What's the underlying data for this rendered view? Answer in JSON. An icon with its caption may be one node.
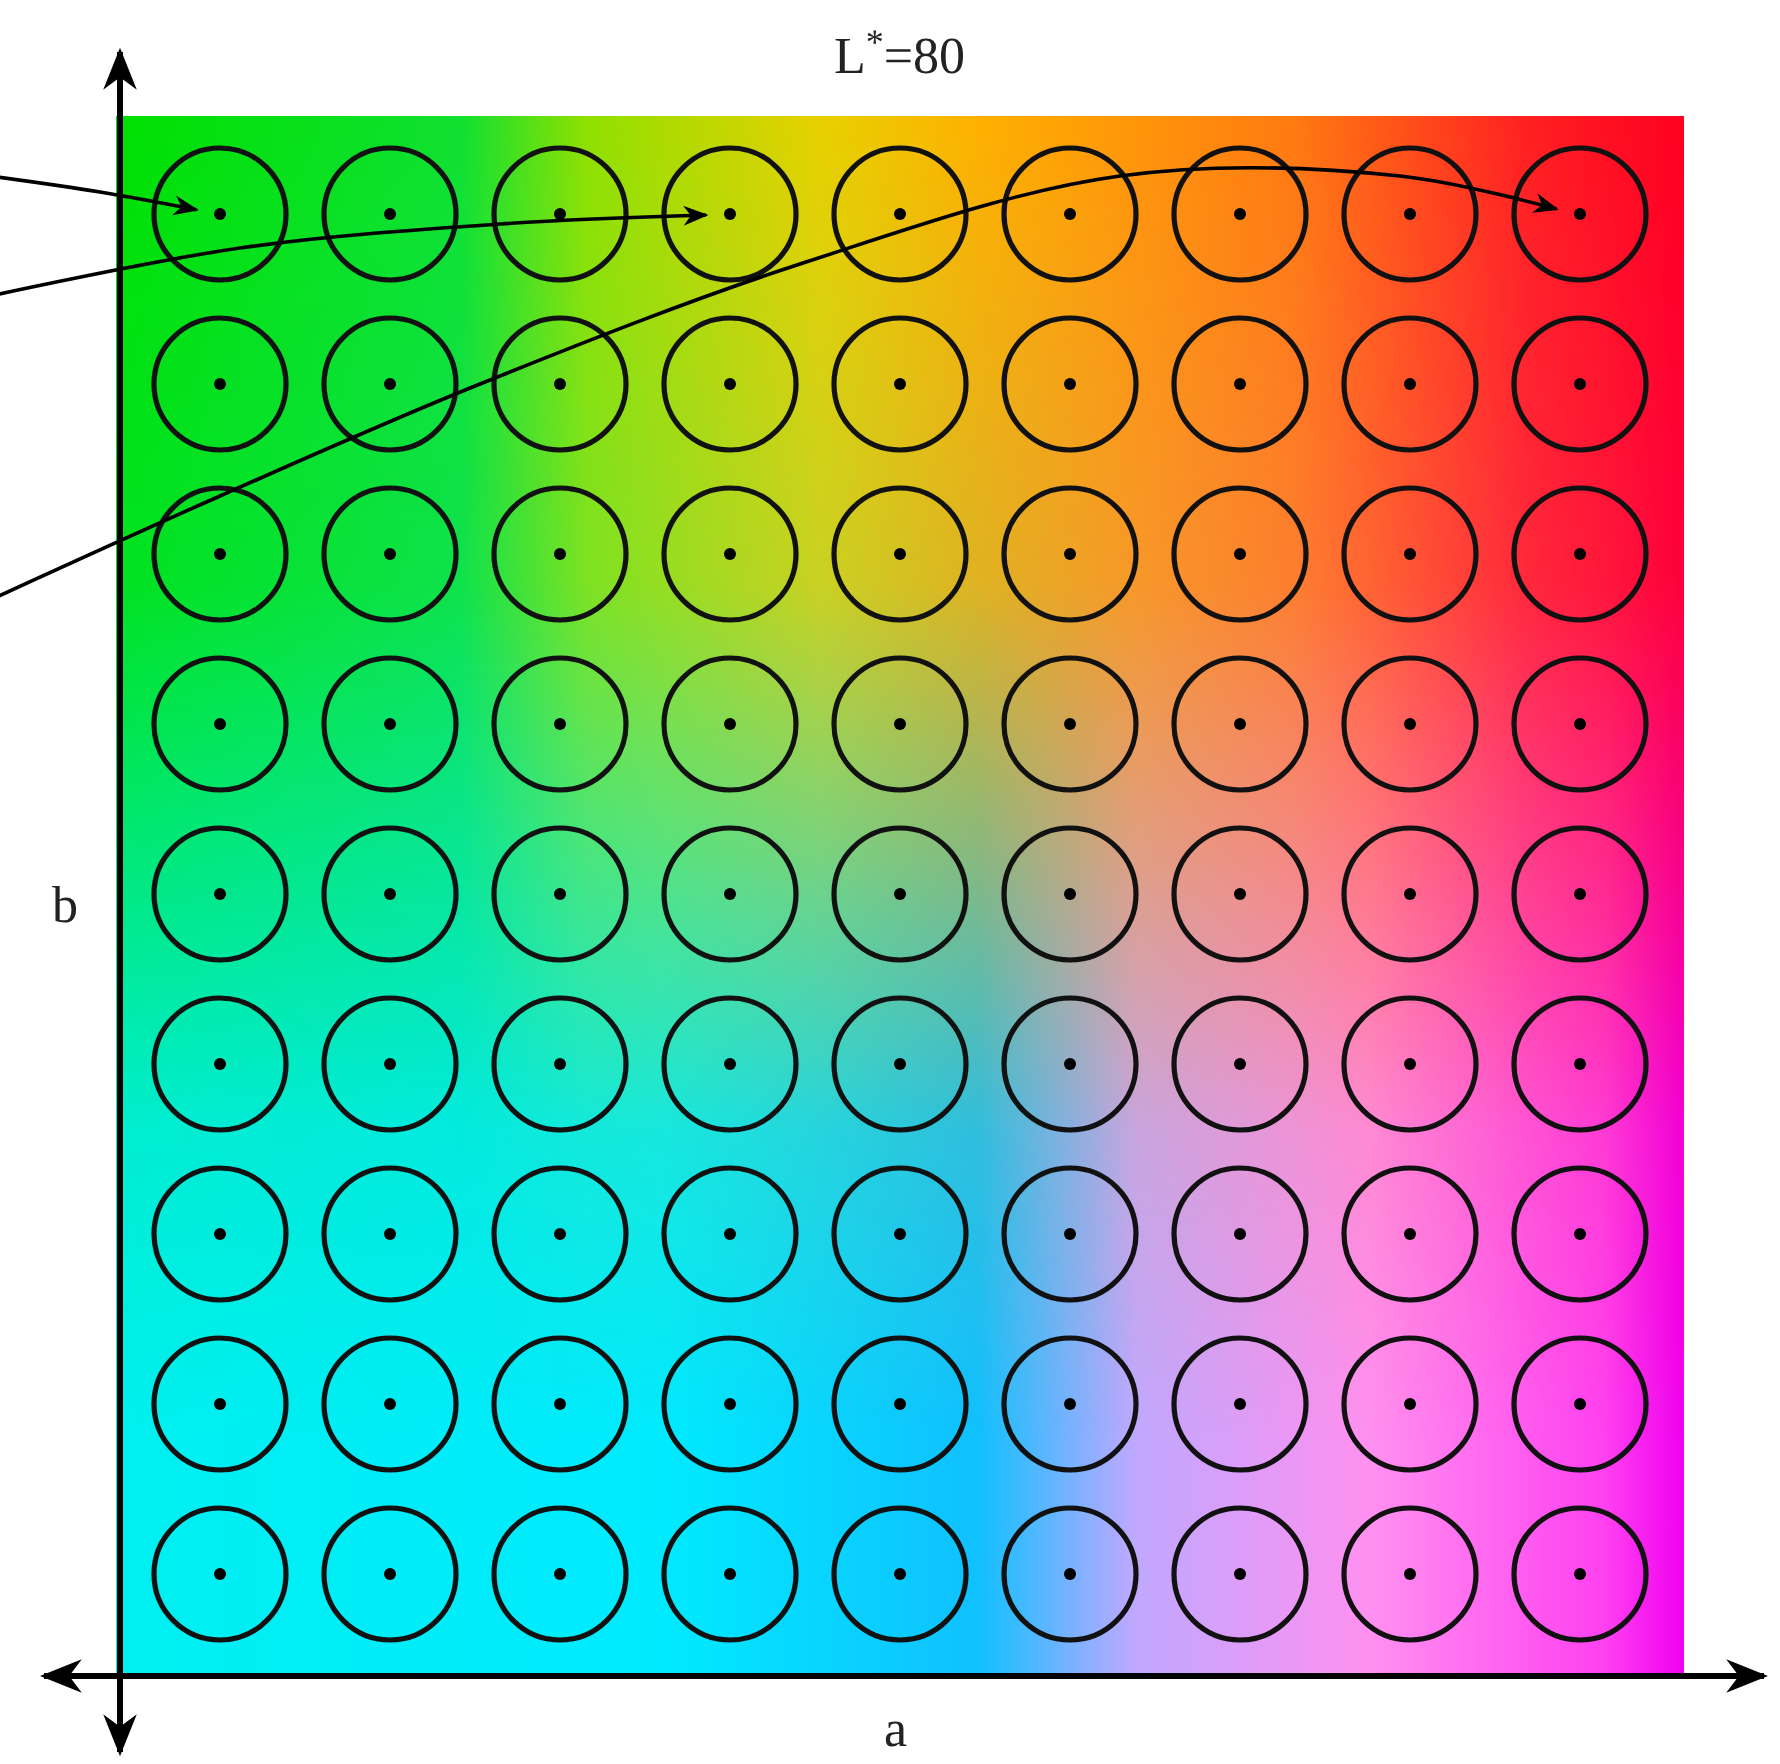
{
  "diagram": {
    "title": "L$^{*}$=80",
    "nodes": [
      {
        "text": [],
        "shape": "circle"
      },
      {
        "text": [],
        "shape": "circle"
      },
      {
        "text": [],
        "shape": "circle"
      },
      {
        "text": [],
        "shape": "circle"
      },
      {
        "text": [],
        "shape": "circle"
      },
      {
        "text": [],
        "shape": "circle"
      },
      {
        "text": [],
        "shape": "circle"
      },
      {
        "text": [],
        "shape": "circle"
      },
      {
        "text": [],
        "shape": "circle"
      },
      {
        "text": [],
        "shape": "circle"
      },
      {
        "text": [],
        "shape": "circle"
      },
      {
        "text": [],
        "shape": "circle"
      },
      {
        "text": [],
        "shape": "circle"
      },
      {
        "text": [],
        "shape": "circle"
      },
      {
        "text": [],
        "shape": "circle"
      },
      {
        "text": [],
        "shape": "circle"
      },
      {
        "text": [],
        "shape": "circle"
      },
      {
        "text": [],
        "shape": "circle"
      },
      {
        "text": [],
        "shape": "circle"
      },
      {
        "text": [],
        "shape": "circle"
      },
      {
        "text": [],
        "shape": "circle"
      },
      {
        "text": [],
        "shape": "circle"
      },
      {
        "text": [],
        "shape": "circle"
      },
      {
        "text": [],
        "shape": "circle"
      },
      {
        "text": [],
        "shape": "circle"
      },
      {
        "text": [],
        "shape": "circle"
      },
      {
        "text": [],
        "shape": "circle"
      },
      {
        "text": [],
        "shape": "circle"
      },
      {
        "text": [],
        "shape": "circle"
      },
      {
        "text": [],
        "shape": "circle"
      },
      {
        "text": [],
        "shape": "circle"
      },
      {
        "text": [],
        "shape": "circle"
      },
      {
        "text": [],
        "shape": "circle"
      },
      {
        "text": [],
        "shape": "circle"
      },
      {
        "text": [],
        "shape": "circle"
      },
      {
        "text": [],
        "shape": "circle"
      },
      {
        "text": [],
        "shape": "circle"
      },
      {
        "text": [],
        "shape": "circle"
      },
      {
        "text": [],
        "shape": "circle"
      },
      {
        "text": [],
        "shape": "circle"
      },
      {
        "text": [],
        "shape": "circle"
      },
      {
        "text": [],
        "shape": "circle"
      },
      {
        "text": [],
        "shape": "circle"
      },
      {
        "text": [],
        "shape": "circle"
      },
      {
        "text": [],
        "shape": "circle"
      },
      {
        "text": [],
        "shape": "circle"
      },
      {
        "text": [],
        "shape": "circle"
      },
      {
        "text": [],
        "shape": "circle"
      },
      {
        "text": [],
        "shape": "circle"
      },
      {
        "text": [],
        "shape": "circle"
      },
      {
        "text": [],
        "shape": "circle"
      },
      {
        "text": [],
        "shape": "circle"
      },
      {
        "text": [],
        "shape": "circle"
      },
      {
        "text": [],
        "shape": "circle"
      },
      {
        "text": [],
        "shape": "circle"
      },
      {
        "text": [],
        "shape": "circle"
      },
      {
        "text": [],
        "shape": "circle"
      },
      {
        "text": [],
        "shape": "circle"
      },
      {
        "text": [],
        "shape": "circle"
      },
      {
        "text": [],
        "shape": "circle"
      },
      {
        "text": [],
        "shape": "circle"
      },
      {
        "text": [],
        "shape": "circle"
      },
      {
        "text": [],
        "shape": "circle"
      },
      {
        "text": [],
        "shape": "circle"
      },
      {
        "text": [],
        "shape": "circle"
      },
      {
        "text": [],
        "shape": "circle"
      },
      {
        "text": [],
        "shape": "circle"
      },
      {
        "text": [],
        "shape": "circle"
      },
      {
        "text": [],
        "shape": "circle"
      },
      {
        "text": [],
        "shape": "circle"
      },
      {
        "text": [],
        "shape": "circle"
      },
      {
        "text": [],
        "shape": "circle"
      },
      {
        "text": [],
        "shape": "circle"
      },
      {
        "text": [],
        "shape": "circle"
      },
      {
        "text": [],
        "shape": "circle"
      },
      {
        "text": [],
        "shape": "circle"
      },
      {
        "text": [],
        "shape": "circle"
      },
      {
        "text": [],
        "shape": "circle"
      },
      {
        "text": [],
        "shape": "circle"
      },
      {
        "text": [],
        "shape": "circle"
      },
      {
        "text": [],
        "shape": "circle"
      }
    ],
    "edges": [
      {
        "from": null,
        "to": 0,
        "arrow": "to"
      },
      {
        "from": null,
        "to": 3,
        "arrow": "to"
      },
      {
        "from": null,
        "to": 8,
        "arrow": "to"
      }
    ],
    "labels": [
      "b",
      "a"
    ]
  }
}
